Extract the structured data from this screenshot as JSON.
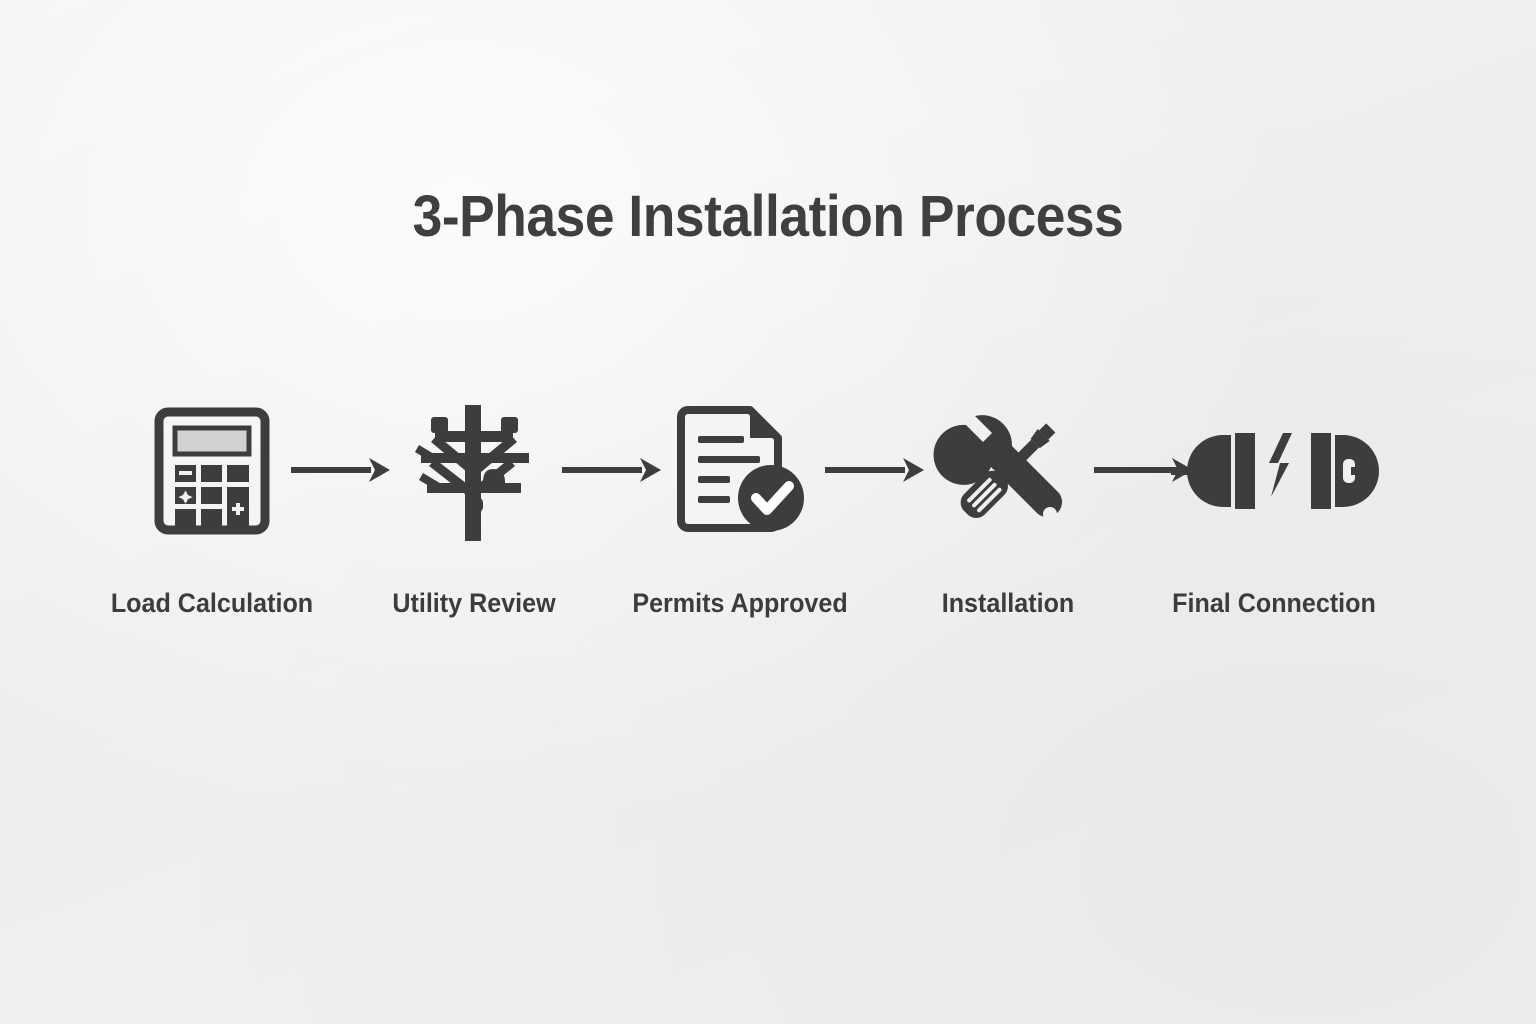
{
  "page": {
    "title": "3-Phase Installation Process",
    "background_color": "#f0f0f0",
    "ink_color": "#3d3d3d",
    "title_color": "#3f3f3f",
    "label_color": "#3c3c3c"
  },
  "flow": {
    "orientation": "horizontal",
    "connector_icon": "arrow-right-icon",
    "steps": [
      {
        "index": "1",
        "label": "Load Calculation",
        "icon": "calculator-icon"
      },
      {
        "index": "2",
        "label": "Utility Review",
        "icon": "utility-pole-icon"
      },
      {
        "index": "3",
        "label": "Permits Approved",
        "icon": "document-check-icon"
      },
      {
        "index": "4",
        "label": "Installation",
        "icon": "wrench-screwdriver-icon"
      },
      {
        "index": "5",
        "label": "Final Connection",
        "icon": "plug-connection-icon"
      }
    ],
    "arrows": [
      {
        "index": "1",
        "from": "Load Calculation",
        "to": "Utility Review"
      },
      {
        "index": "2",
        "from": "Utility Review",
        "to": "Permits Approved"
      },
      {
        "index": "3",
        "from": "Permits Approved",
        "to": "Installation"
      },
      {
        "index": "4",
        "from": "Installation",
        "to": "Final Connection"
      }
    ]
  }
}
